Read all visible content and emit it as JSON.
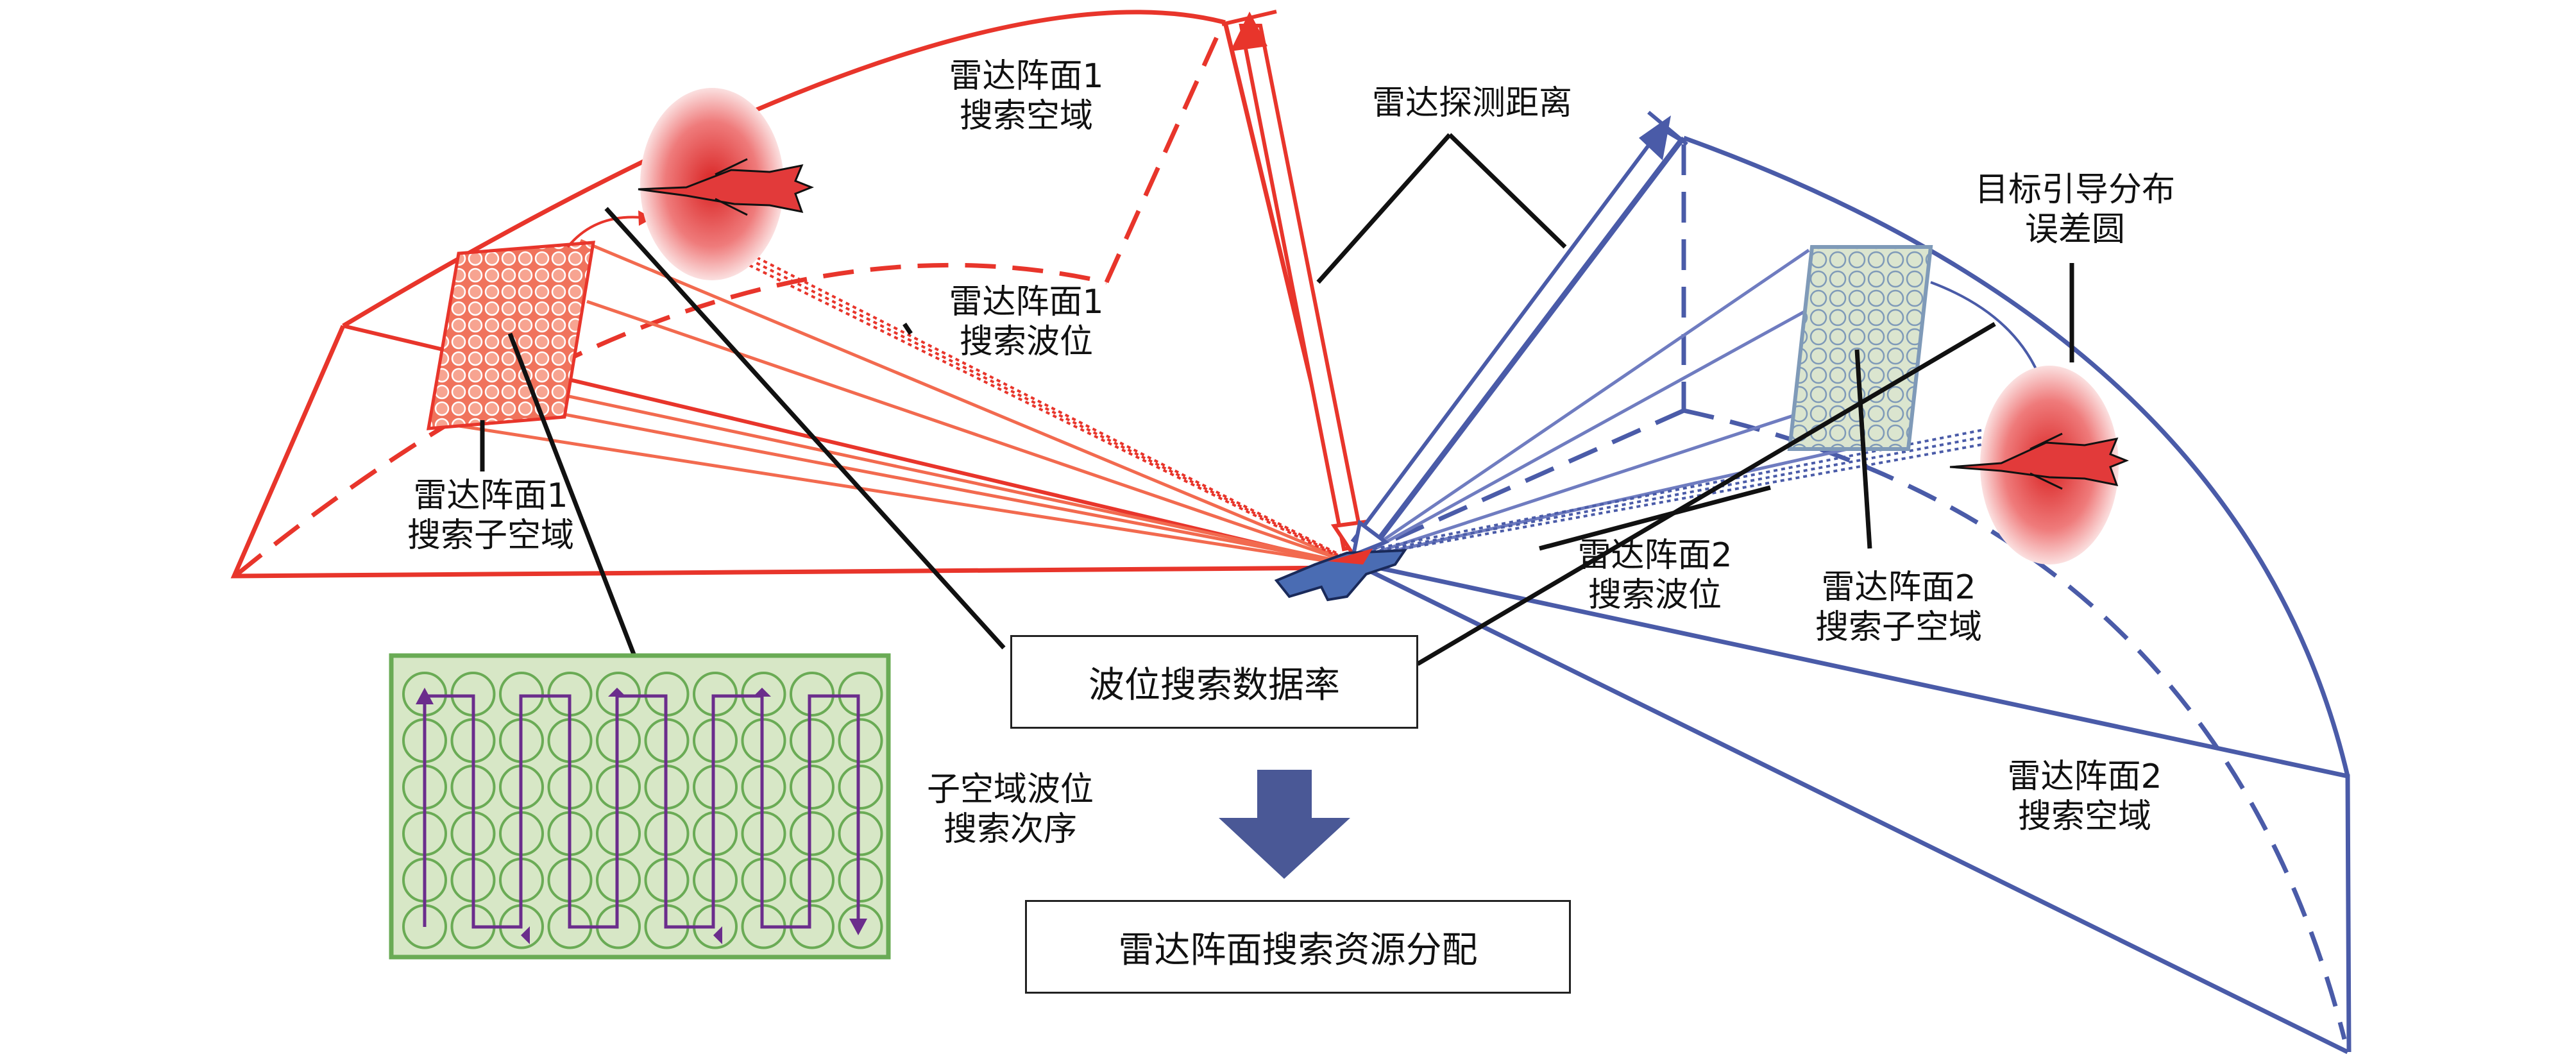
{
  "labels": {
    "radar1_airspace": [
      "雷达阵面1",
      "搜索空域"
    ],
    "detection_range": "雷达探测距离",
    "target_error_circle": [
      "目标引导分布",
      "误差圆"
    ],
    "radar1_beam": [
      "雷达阵面1",
      "搜索波位"
    ],
    "radar1_subspace": [
      "雷达阵面1",
      "搜索子空域"
    ],
    "radar2_beam": [
      "雷达阵面2",
      "搜索波位"
    ],
    "radar2_subspace": [
      "雷达阵面2",
      "搜索子空域"
    ],
    "subspace_order": [
      "子空域波位",
      "搜索次序"
    ],
    "radar2_airspace": [
      "雷达阵面2",
      "搜索空域"
    ]
  },
  "boxes": {
    "beam_data_rate": "波位搜索数据率",
    "resource_allocation": "雷达阵面搜索资源分配"
  },
  "colors": {
    "radar1": "#e8352b",
    "radar1_light": "#f26a4f",
    "radar2": "#4a5ba8",
    "order_grid_border": "#6aab55",
    "order_grid_fill": "#d7e7c6",
    "order_path": "#6b2d8c",
    "flow_arrow": "#4a5896",
    "leader_line": "#111111"
  }
}
